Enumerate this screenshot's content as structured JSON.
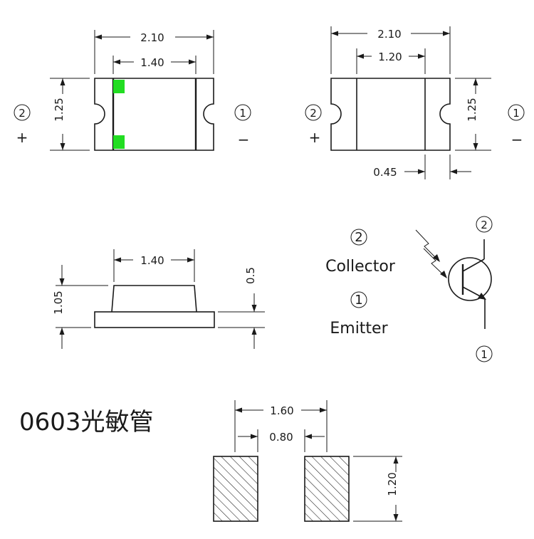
{
  "title": "0603光敏管",
  "colors": {
    "line": "#1a1a1a",
    "marker": "#22dd22",
    "background": "#ffffff"
  },
  "top_view_left": {
    "length": "2.10",
    "inner_length": "1.40",
    "width": "1.25",
    "pin2": "2",
    "pin1": "1",
    "plus": "+",
    "minus": "−"
  },
  "top_view_right": {
    "length": "2.10",
    "inner_length": "1.20",
    "width": "1.25",
    "terminal": "0.45",
    "pin2": "2",
    "pin1": "1",
    "plus": "+",
    "minus": "−"
  },
  "side_view": {
    "dome_width": "1.40",
    "height": "1.05",
    "base_height": "0.5"
  },
  "legend": {
    "collector_pin": "2",
    "collector": "Collector",
    "emitter_pin": "1",
    "emitter": "Emitter"
  },
  "symbol": {
    "pin_top": "2",
    "pin_bottom": "1",
    "icon": "phototransistor-icon"
  },
  "footprint": {
    "outer_span": "1.60",
    "gap": "0.80",
    "pad_height": "1.20"
  }
}
